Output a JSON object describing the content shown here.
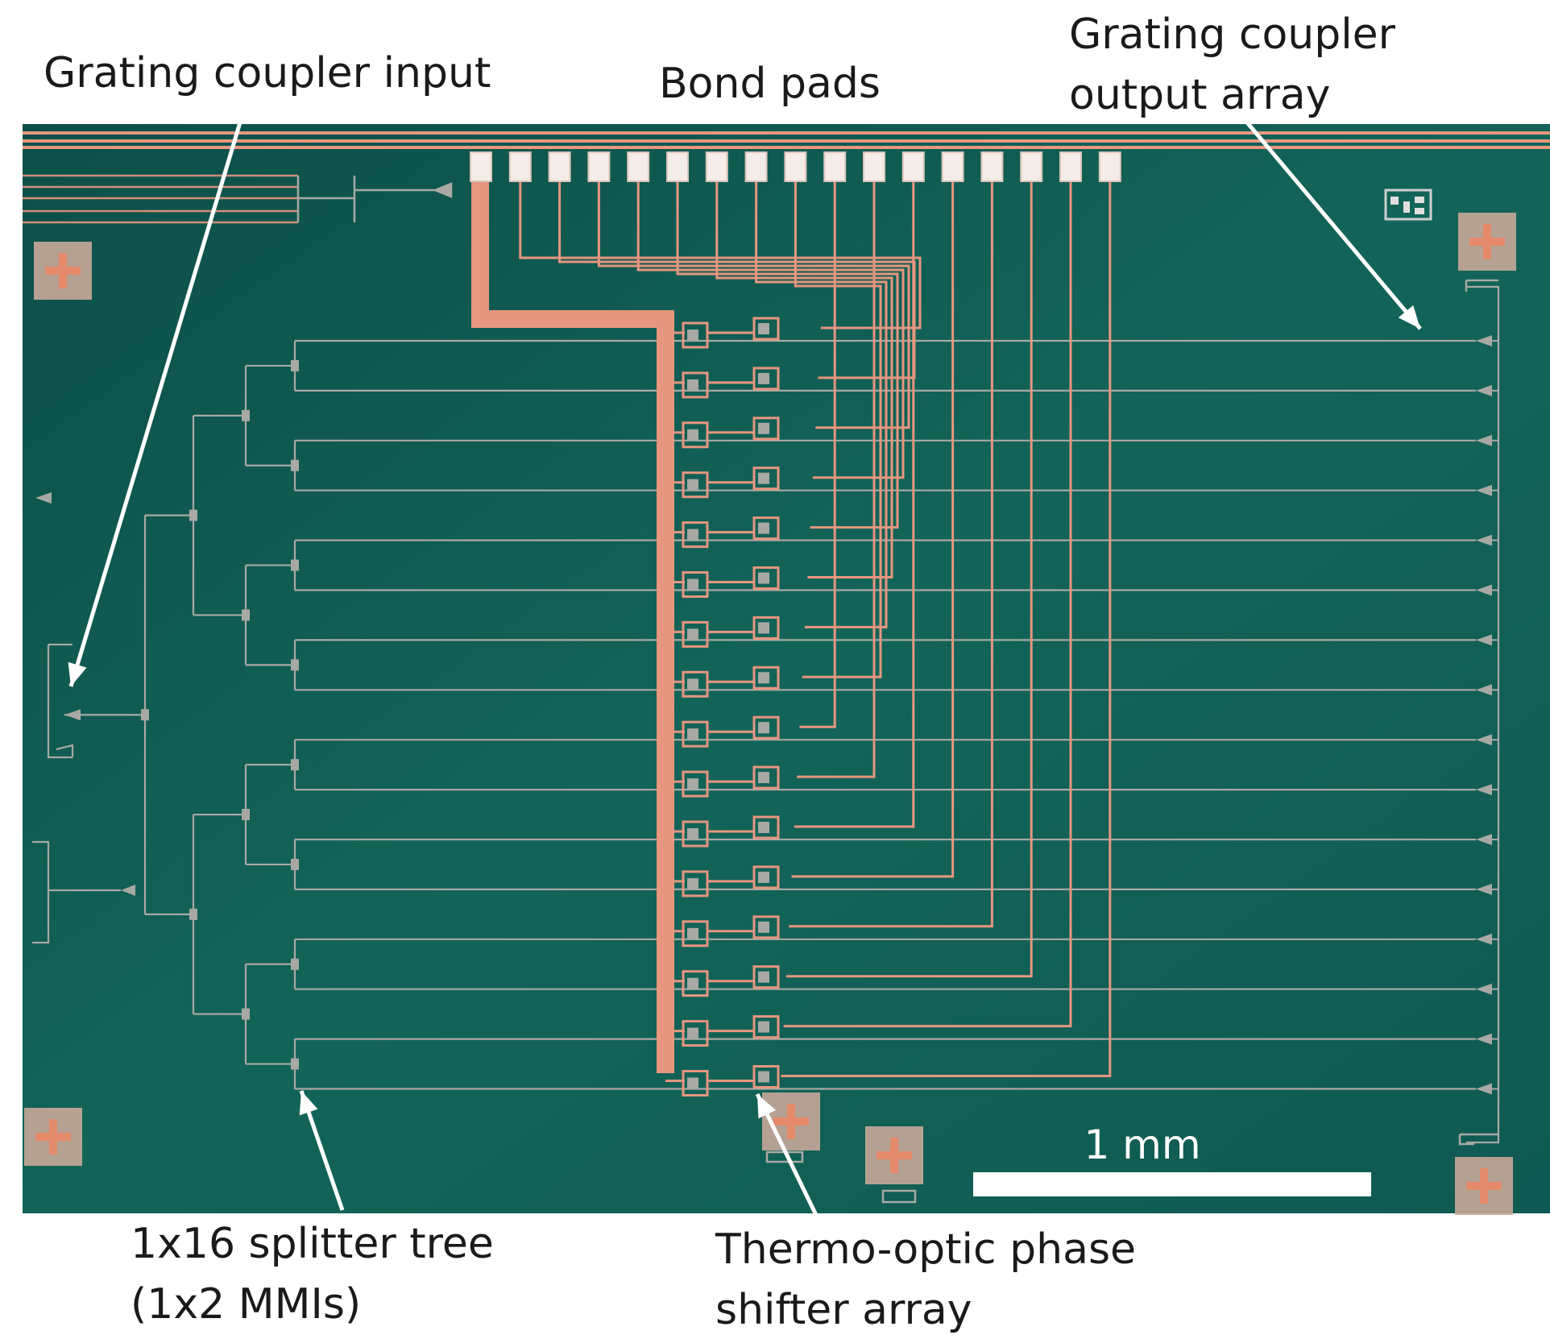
{
  "labels": {
    "grating_input": "Grating coupler input",
    "bond_pads": "Bond pads",
    "grating_output_line1": "Grating coupler",
    "grating_output_line2": "output array",
    "splitter_line1": "1x16 splitter tree",
    "splitter_line2": "(1x2 MMIs)",
    "phase_shifter_line1": "Thermo-optic phase",
    "phase_shifter_line2": "shifter array"
  },
  "scale_bar": {
    "label": "1 mm"
  },
  "chip": {
    "output_channels": 16,
    "bond_pad_count": 17
  },
  "colors": {
    "substrate": "#0f5a52",
    "metal": "#e7967f",
    "waveguide": "#a8a9a4",
    "pad_fill": "#c8a89a",
    "arrow": "#ffffff"
  }
}
